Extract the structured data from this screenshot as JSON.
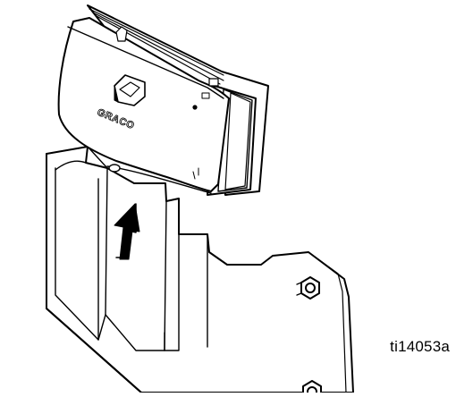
{
  "figure": {
    "brand_logo_text": "GRACO",
    "reference_id": "ti14053a",
    "arrow_direction": "up"
  },
  "colors": {
    "line": "#000000",
    "background": "#ffffff"
  }
}
